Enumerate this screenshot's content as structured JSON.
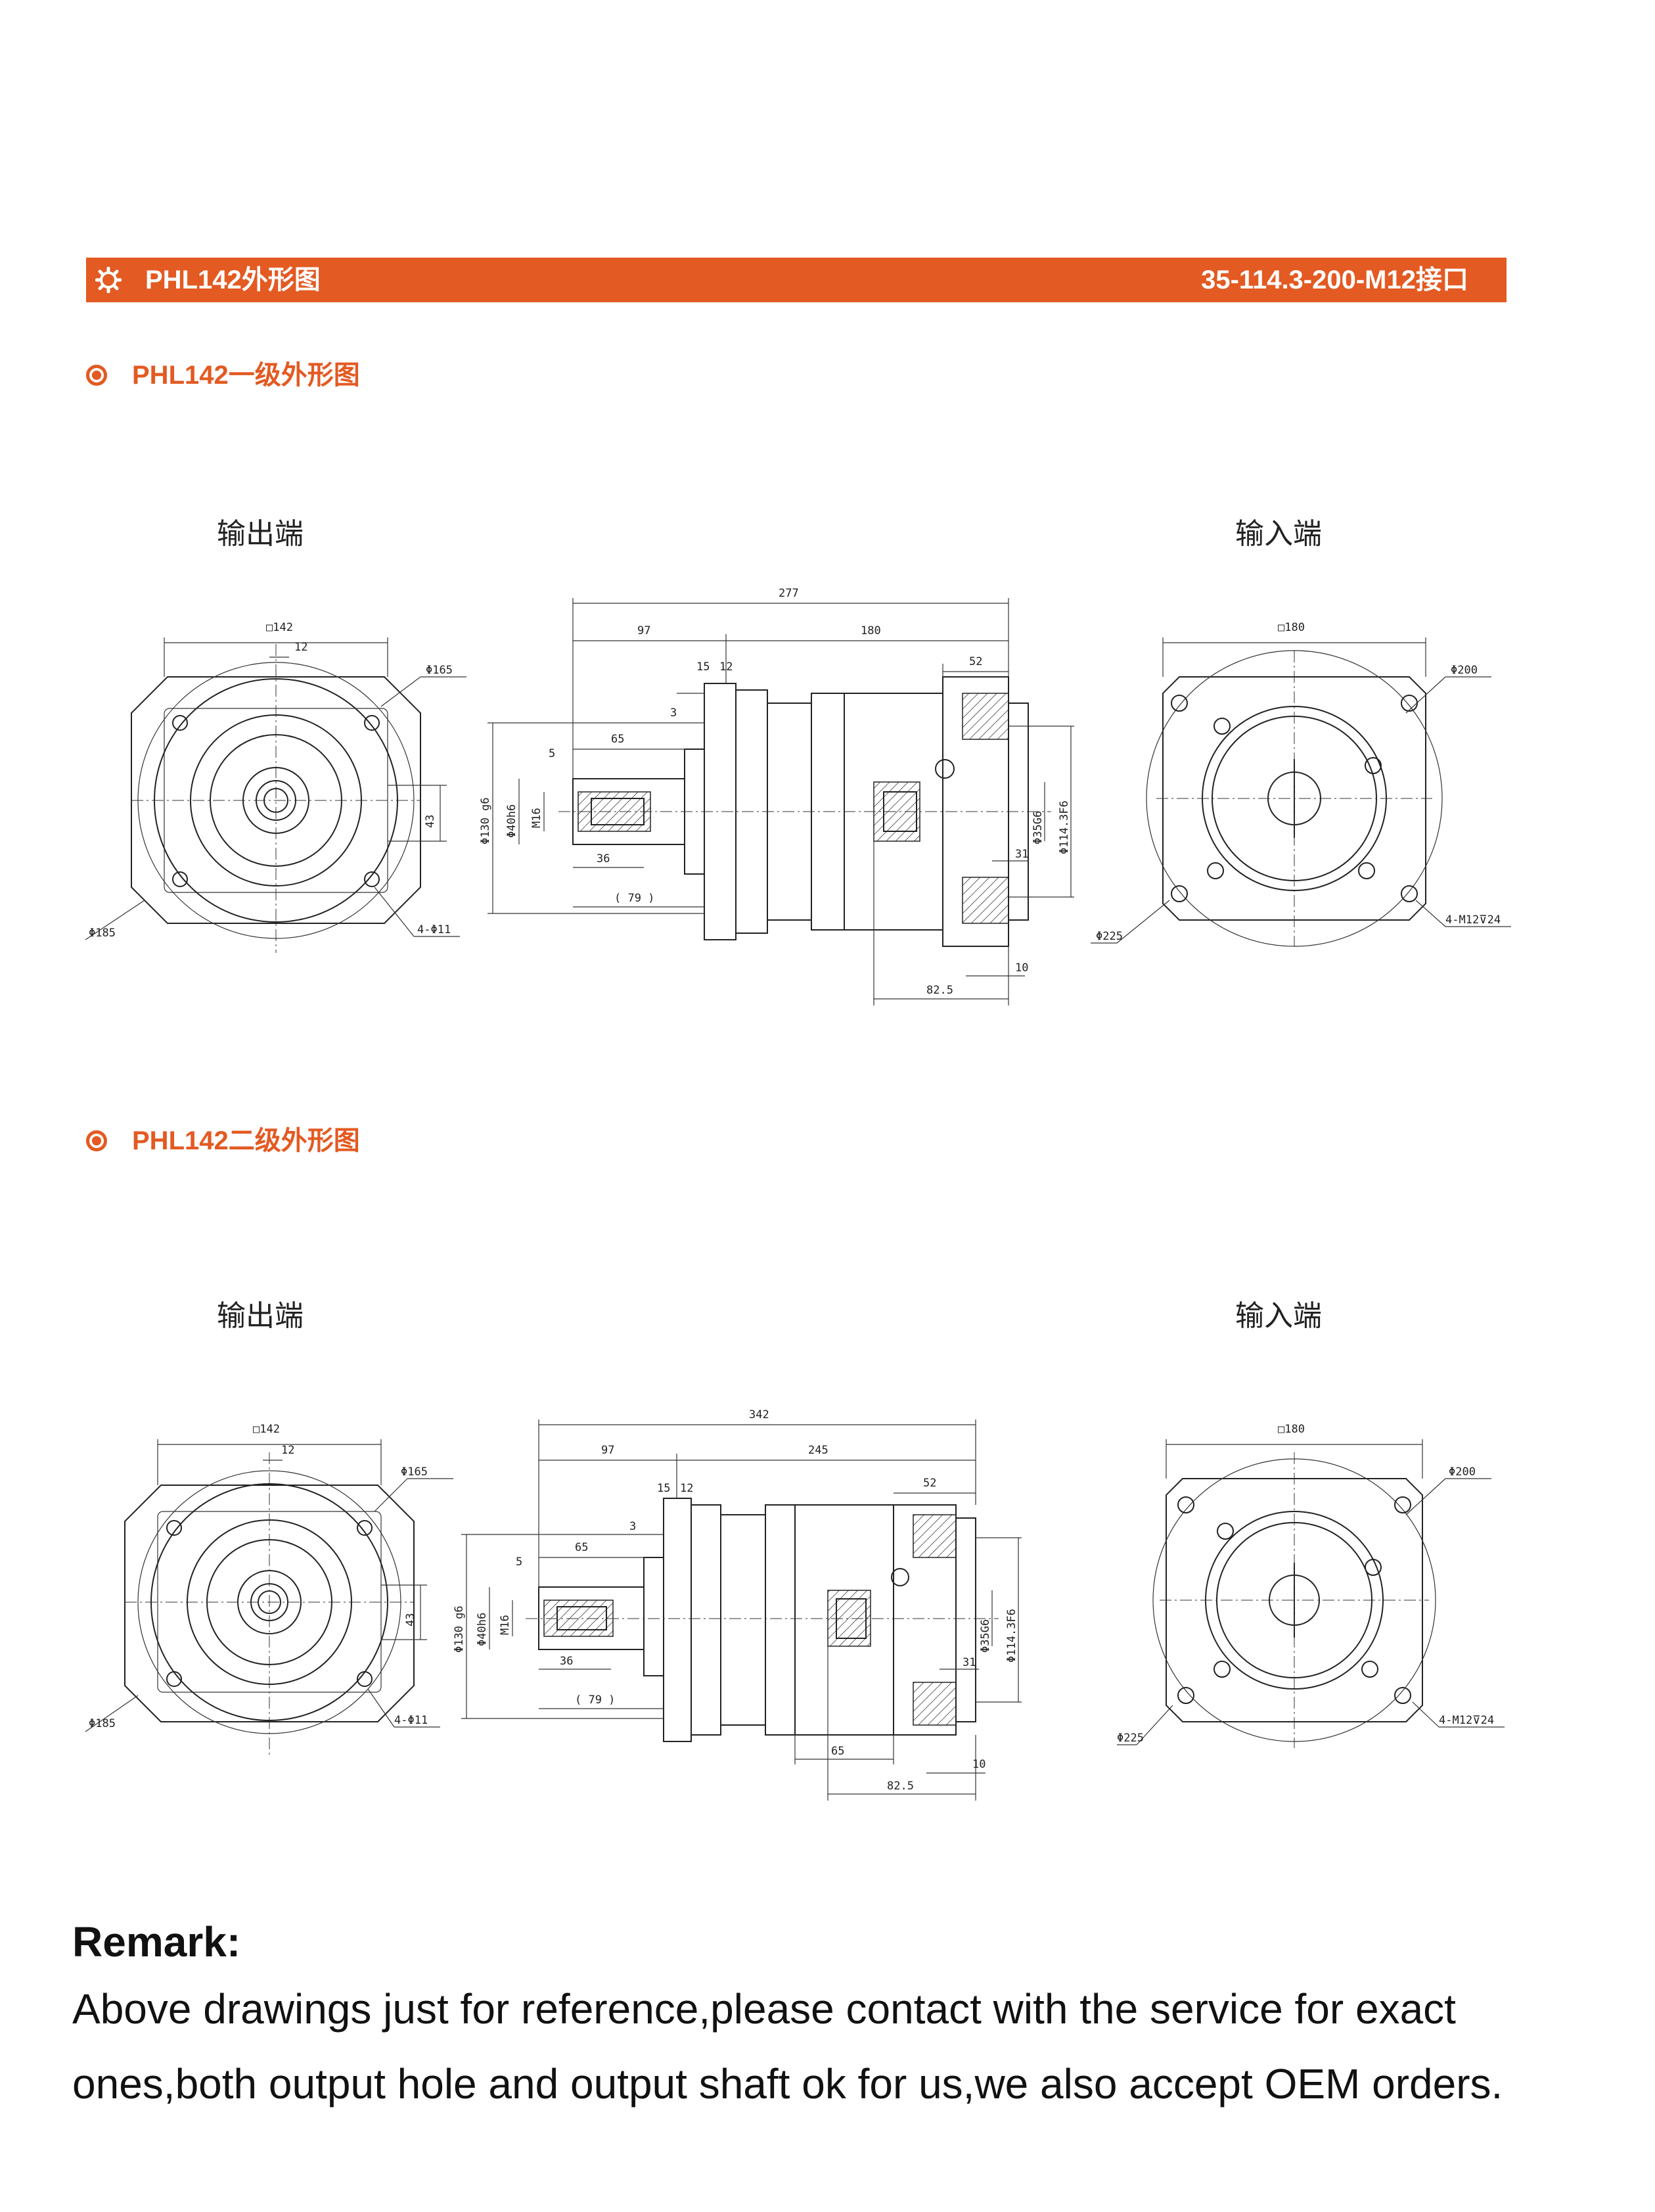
{
  "header": {
    "title": "PHL142外形图",
    "spec": "35-114.3-200-M12接口",
    "accent_color": "#e35a22",
    "icon": "gear-icon"
  },
  "sections": [
    {
      "title": "PHL142一级外形图",
      "output_label": "输出端",
      "input_label": "输入端",
      "output_view": {
        "square": "□142",
        "key": "12",
        "bolt_circle": "Φ165",
        "outer_circle": "Φ185",
        "holes": "4-Φ11",
        "shaft_height": "43"
      },
      "side_view": {
        "overall": "277",
        "output_len": "97",
        "body_len": "180",
        "input_flange": "52",
        "d15": "15",
        "d12": "12",
        "d3": "3",
        "d5": "5",
        "d65": "65",
        "d36": "36",
        "d79": "( 79 )",
        "pilot": "Φ130 g6",
        "shaft": "Φ40h6",
        "thread": "M16",
        "bore": "Φ35G6",
        "spigot": "Φ114.3F6",
        "d31": "31",
        "d82": "82.5",
        "d10": "10"
      },
      "input_view": {
        "square": "□180",
        "bolt_circle": "Φ200",
        "outer_circle": "Φ225",
        "thread_holes": "4-M12⊽24"
      }
    },
    {
      "title": "PHL142二级外形图",
      "output_label": "输出端",
      "input_label": "输入端",
      "output_view": {
        "square": "□142",
        "key": "12",
        "bolt_circle": "Φ165",
        "outer_circle": "Φ185",
        "holes": "4-Φ11",
        "shaft_height": "43"
      },
      "side_view": {
        "overall": "342",
        "output_len": "97",
        "body_len": "245",
        "input_flange": "52",
        "d15": "15",
        "d12": "12",
        "d3": "3",
        "d5": "5",
        "d65": "65",
        "d36": "36",
        "d79": "( 79 )",
        "pilot": "Φ130 g6",
        "shaft": "Φ40h6",
        "thread": "M16",
        "bore": "Φ35G6",
        "spigot": "Φ114.3F6",
        "d31": "31",
        "d82": "82.5",
        "d10": "10",
        "stage": "65"
      },
      "input_view": {
        "square": "□180",
        "bolt_circle": "Φ200",
        "outer_circle": "Φ225",
        "thread_holes": "4-M12⊽24"
      }
    }
  ],
  "remark": {
    "title": "Remark:",
    "body": "Above drawings just for reference,please contact with the service for exact ones,both output hole and output shaft ok for us,we also accept OEM orders."
  }
}
